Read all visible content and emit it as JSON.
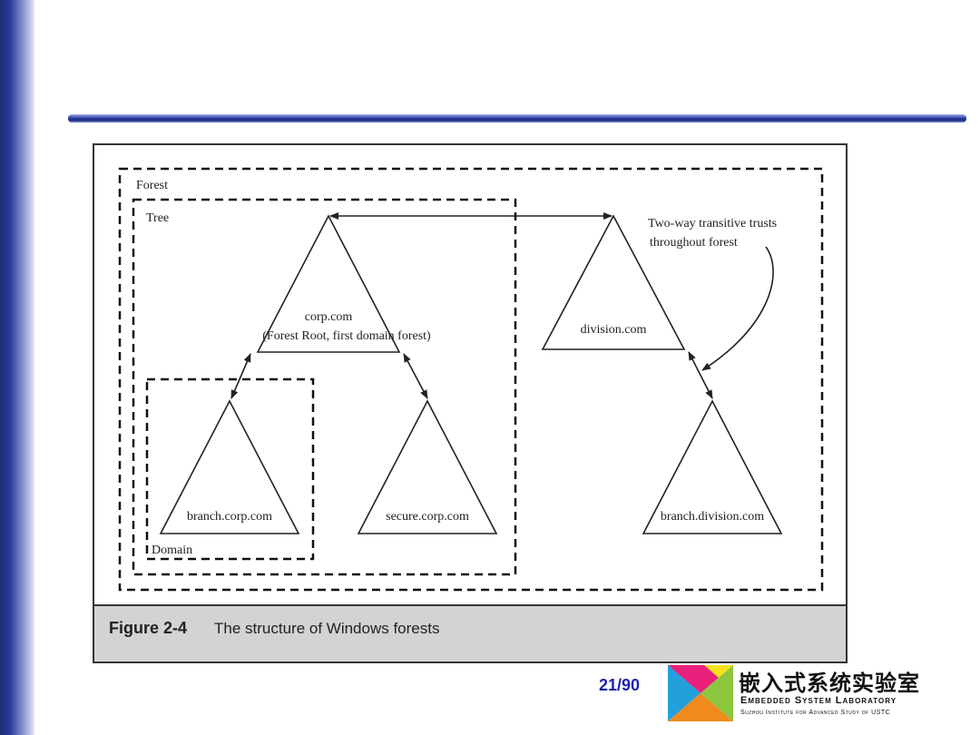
{
  "figure": {
    "caption_label": "Figure 2-4",
    "caption_text": "The structure of Windows forests",
    "labels": {
      "forest": "Forest",
      "tree": "Tree",
      "domain": "Domain",
      "corp": "corp.com",
      "corp_sub": "(Forest Root, first domain forest)",
      "division": "division.com",
      "branch_corp": "branch.corp.com",
      "secure_corp": "secure.corp.com",
      "branch_division": "branch.division.com",
      "trust_line1": "Two-way transitive trusts",
      "trust_line2": "throughout forest"
    }
  },
  "footer": {
    "page_number": "21/90",
    "lab_name_cn": "嵌入式系统实验室",
    "lab_name_en": "Embedded System Laboratory",
    "lab_sub": "Suzhou Institute for Advanced Study of USTC"
  },
  "colors": {
    "sidebar": "#1e2a78",
    "page_number": "#2020b0",
    "caption_bg": "#d3d3d3"
  }
}
